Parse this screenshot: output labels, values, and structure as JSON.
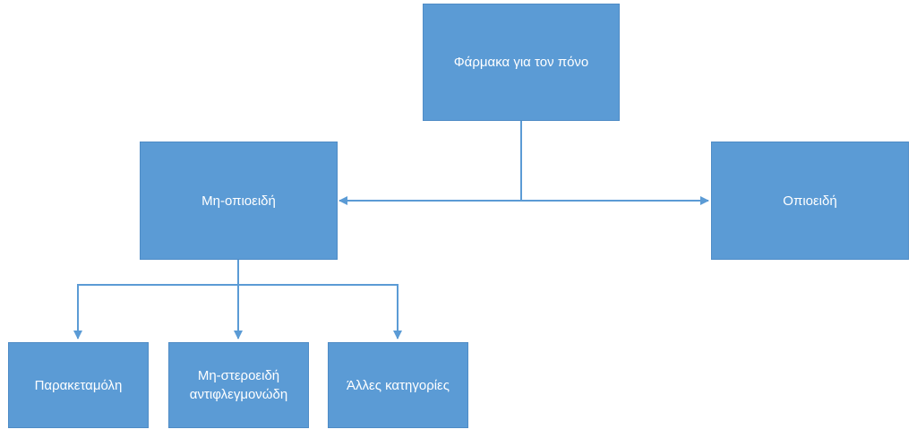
{
  "diagram": {
    "root": {
      "label": "Φάρμακα για τον πόνο"
    },
    "level1": [
      {
        "label": "Μη-οπιοειδή"
      },
      {
        "label": "Οπιοειδή"
      }
    ],
    "level2": [
      {
        "label": "Παρακεταμόλη"
      },
      {
        "label": "Μη-στεροειδή αντιφλεγμονώδη"
      },
      {
        "label": "Άλλες κατηγορίες"
      }
    ]
  },
  "colors": {
    "box_fill": "#5b9bd5",
    "box_text": "#ffffff",
    "connector": "#5b9bd5"
  }
}
